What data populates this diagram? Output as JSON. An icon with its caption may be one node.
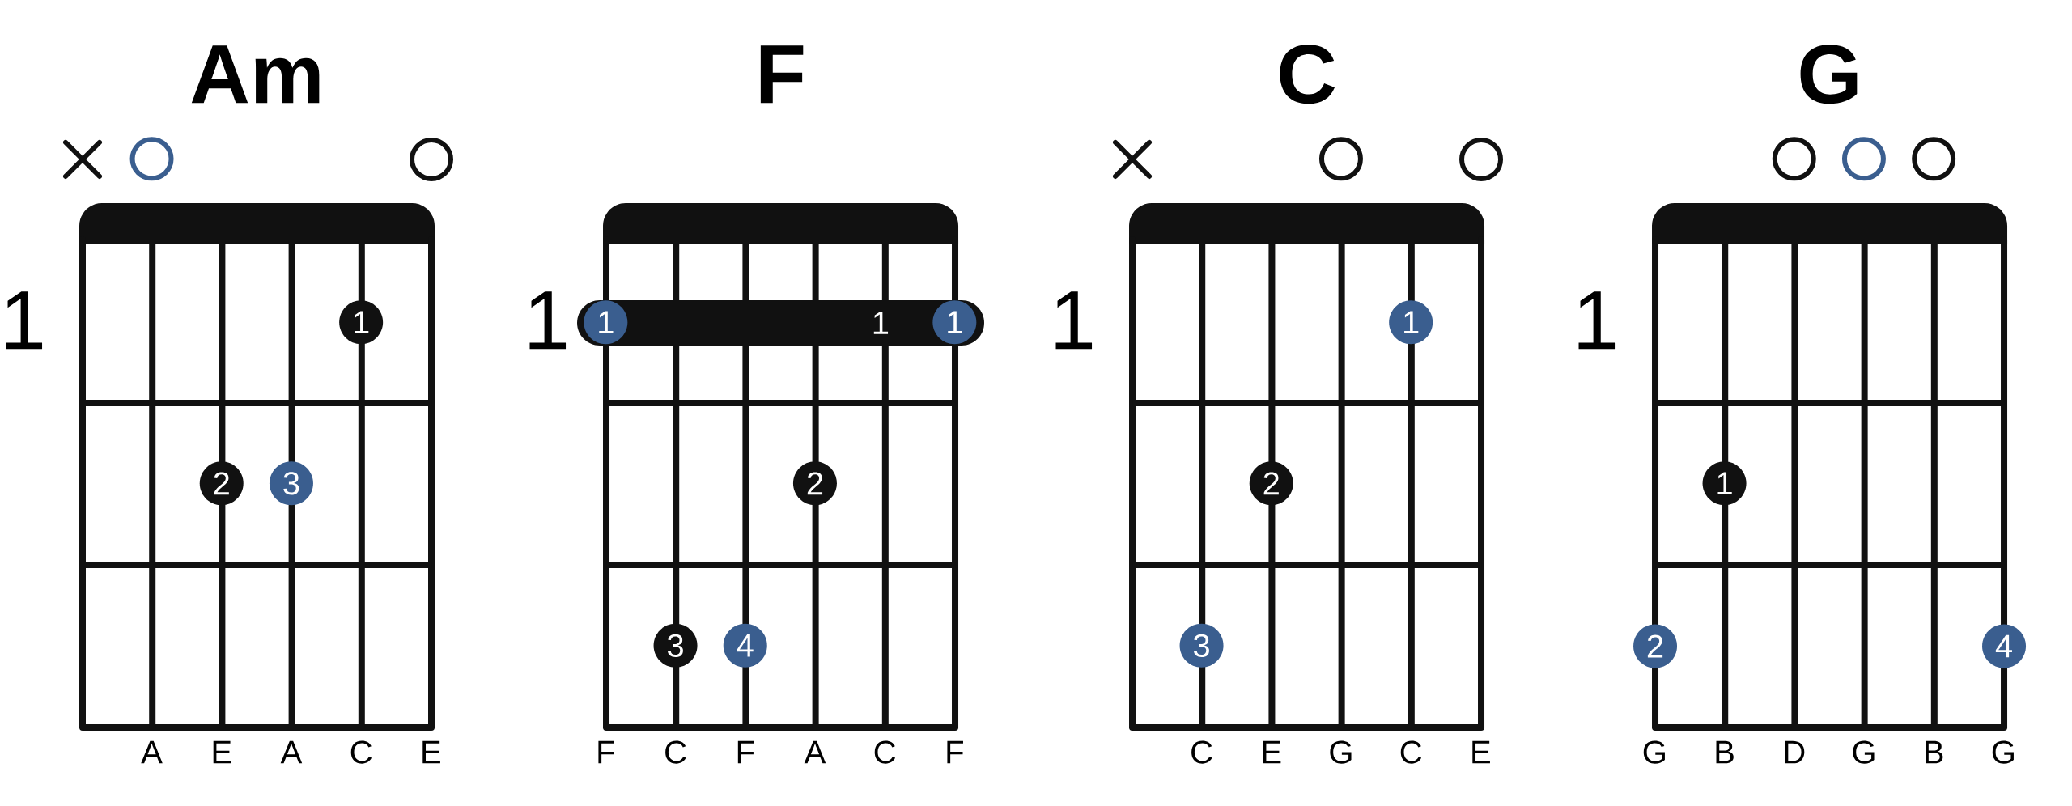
{
  "diagram": {
    "nodes": [
      {
        "text": [
          "Am"
        ],
        "beside": [
          "1",
          "A",
          "E",
          "A",
          "C",
          "E"
        ]
      },
      {
        "text": [],
        "shape": "cross"
      },
      {
        "text": [],
        "shape": "circle",
        "in": 0
      },
      {
        "text": [],
        "shape": "circle"
      },
      {
        "text": [
          "1"
        ],
        "in": 0
      },
      {
        "text": [
          "2"
        ],
        "in": 0
      },
      {
        "text": [
          "3"
        ],
        "in": 0
      },
      {
        "text": [
          "F"
        ],
        "beside": [
          "1",
          "F",
          "C",
          "F",
          "A",
          "C",
          "F"
        ]
      },
      {
        "text": [
          "1"
        ]
      },
      {
        "text": [
          "1"
        ],
        "in": 8
      },
      {
        "text": [
          "1"
        ],
        "in": 8
      },
      {
        "text": [
          "2"
        ],
        "in": 7
      },
      {
        "text": [
          "3"
        ],
        "in": 7
      },
      {
        "text": [
          "4"
        ],
        "in": 7
      },
      {
        "text": [
          "C"
        ],
        "beside": [
          "1",
          "C",
          "E",
          "G",
          "C",
          "E"
        ]
      },
      {
        "text": [],
        "shape": "cross"
      },
      {
        "text": [],
        "shape": "circle",
        "in": 14
      },
      {
        "text": [],
        "shape": "circle"
      },
      {
        "text": [
          "1"
        ],
        "in": 14
      },
      {
        "text": [
          "2"
        ],
        "in": 14
      },
      {
        "text": [
          "3"
        ],
        "in": 14
      },
      {
        "text": [
          "G"
        ],
        "beside": [
          "1",
          "G",
          "B",
          "D",
          "G",
          "B",
          "G"
        ]
      },
      {
        "text": [],
        "shape": "circle",
        "in": 21
      },
      {
        "text": [],
        "shape": "circle",
        "in": 21
      },
      {
        "text": [],
        "shape": "circle",
        "in": 21
      },
      {
        "text": [
          "1"
        ],
        "in": 21
      },
      {
        "text": [
          "2"
        ]
      },
      {
        "text": [
          "4"
        ]
      }
    ]
  }
}
